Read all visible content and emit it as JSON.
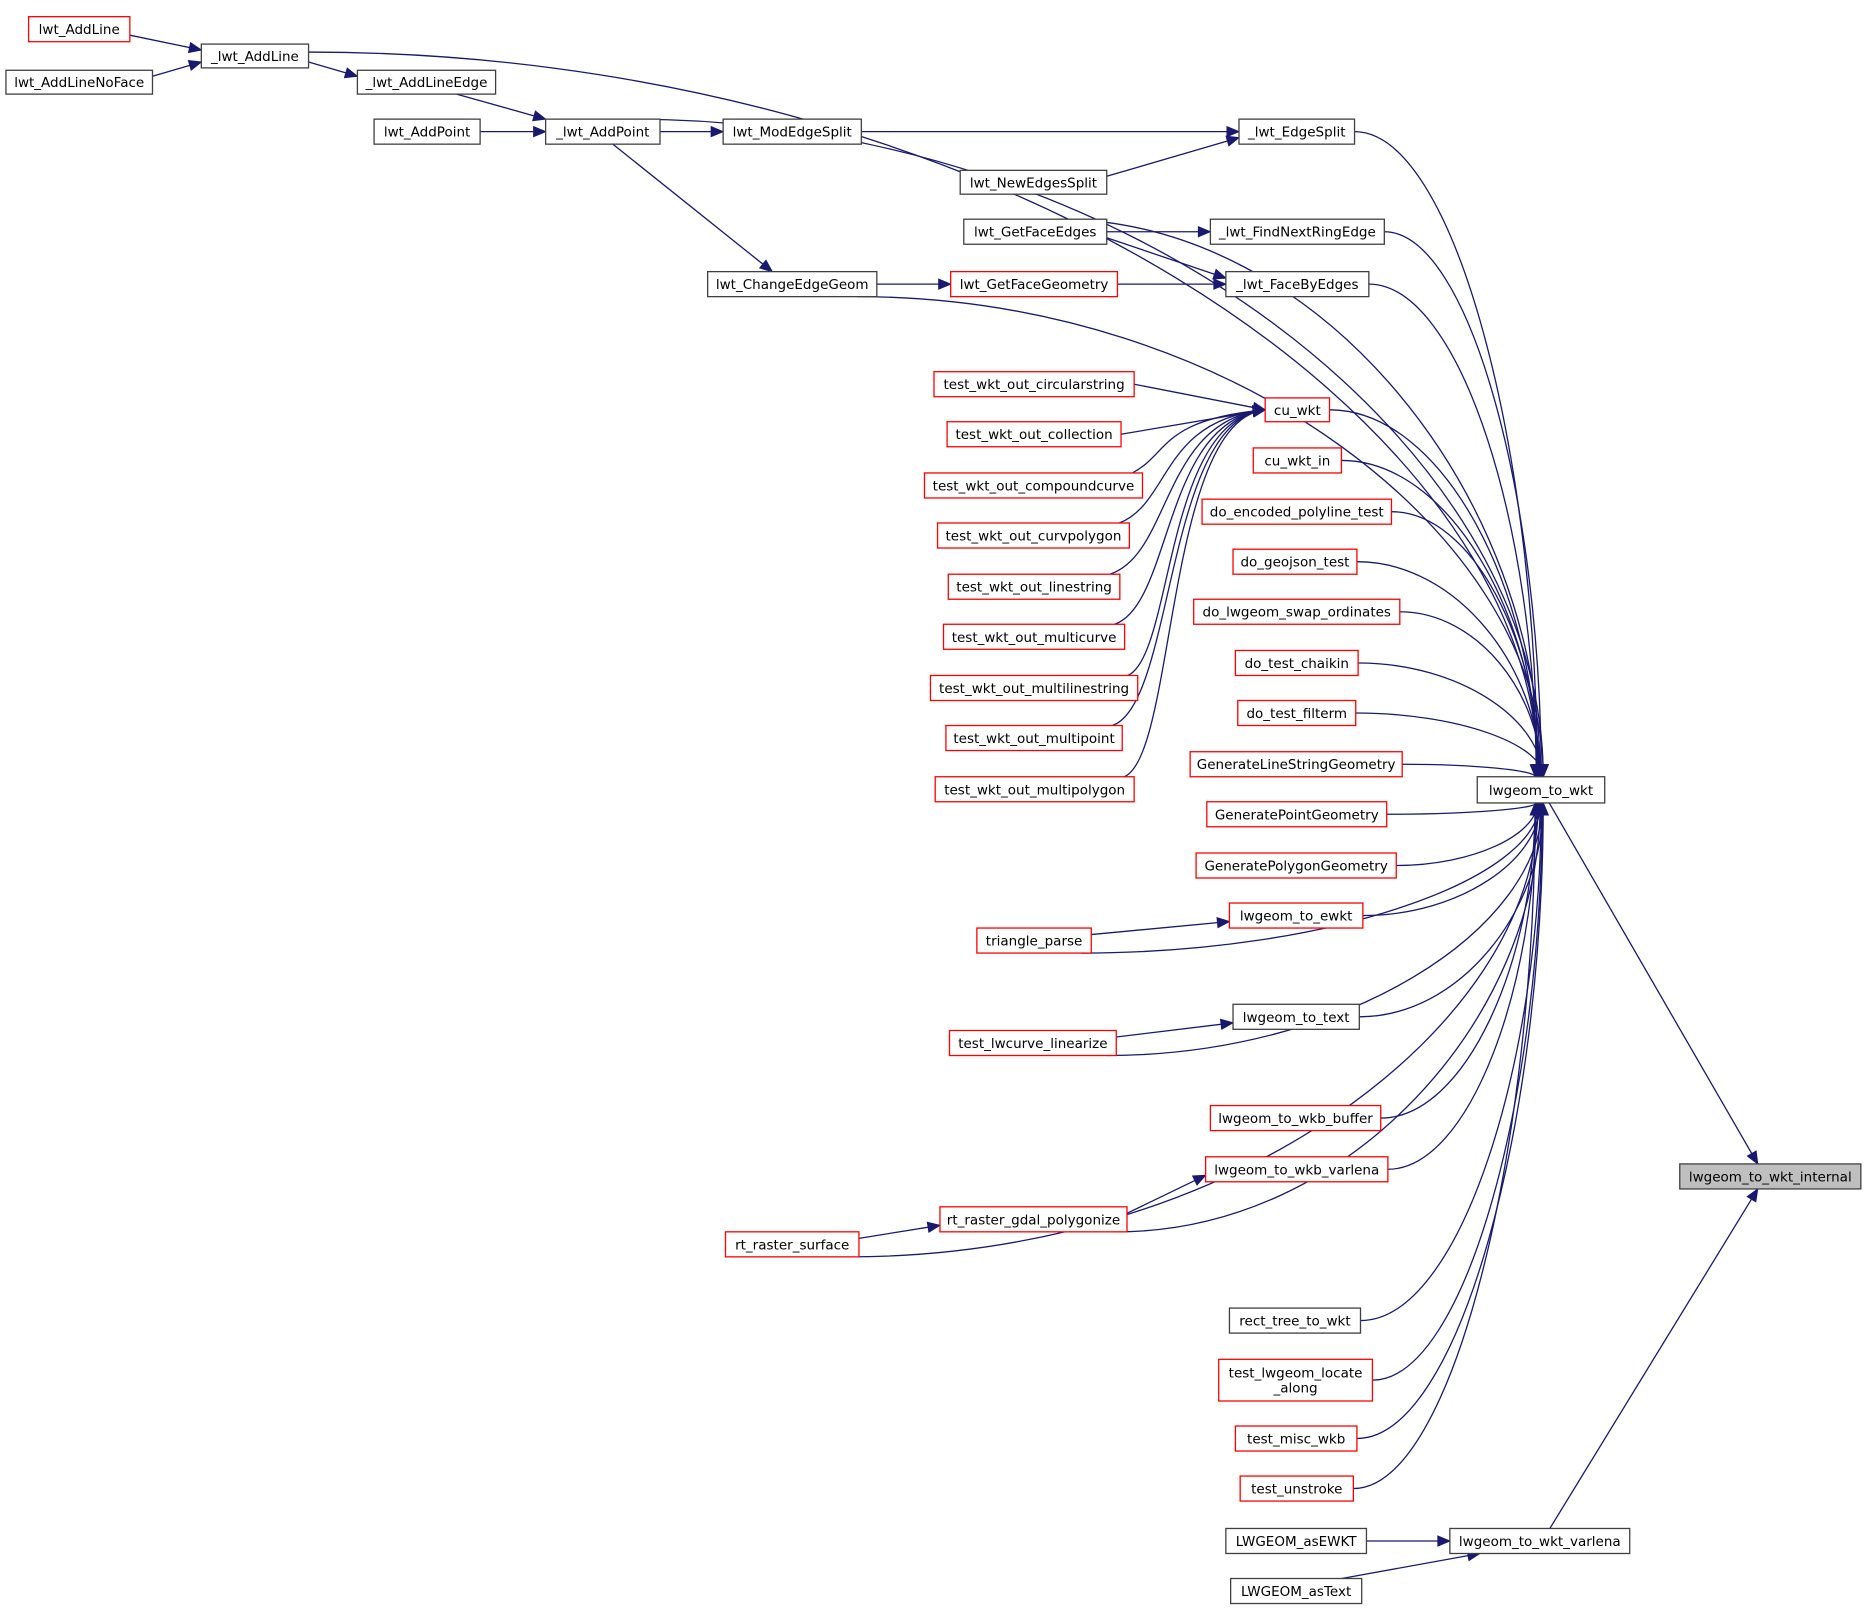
{
  "diagram": {
    "type": "call-graph",
    "direction": "caller-to-callee",
    "colors": {
      "edge": "#191970",
      "node_border_default": "#000000",
      "node_border_truncated": "#ff0000",
      "node_fill_default": "#ffffff",
      "node_fill_focus": "#bfbfbf"
    },
    "focus_node": "lwgeom_to_wkt_internal",
    "nodes": [
      {
        "id": "lwt_AddLine",
        "label": "lwt_AddLine",
        "style": "truncated"
      },
      {
        "id": "_lwt_AddLine",
        "label": "_lwt_AddLine",
        "style": "default"
      },
      {
        "id": "lwt_AddLineNoFace",
        "label": "lwt_AddLineNoFace",
        "style": "default"
      },
      {
        "id": "_lwt_AddLineEdge",
        "label": "_lwt_AddLineEdge",
        "style": "default"
      },
      {
        "id": "lwt_AddPoint",
        "label": "lwt_AddPoint",
        "style": "default"
      },
      {
        "id": "_lwt_AddPoint",
        "label": "_lwt_AddPoint",
        "style": "default"
      },
      {
        "id": "lwt_ModEdgeSplit",
        "label": "lwt_ModEdgeSplit",
        "style": "default"
      },
      {
        "id": "_lwt_EdgeSplit",
        "label": "_lwt_EdgeSplit",
        "style": "default"
      },
      {
        "id": "lwt_NewEdgesSplit",
        "label": "lwt_NewEdgesSplit",
        "style": "default"
      },
      {
        "id": "lwt_GetFaceEdges",
        "label": "lwt_GetFaceEdges",
        "style": "default"
      },
      {
        "id": "_lwt_FindNextRingEdge",
        "label": "_lwt_FindNextRingEdge",
        "style": "default"
      },
      {
        "id": "lwt_ChangeEdgeGeom",
        "label": "lwt_ChangeEdgeGeom",
        "style": "default"
      },
      {
        "id": "lwt_GetFaceGeometry",
        "label": "lwt_GetFaceGeometry",
        "style": "truncated"
      },
      {
        "id": "_lwt_FaceByEdges",
        "label": "_lwt_FaceByEdges",
        "style": "default"
      },
      {
        "id": "test_wkt_out_circularstring",
        "label": "test_wkt_out_circularstring",
        "style": "truncated"
      },
      {
        "id": "cu_wkt",
        "label": "cu_wkt",
        "style": "truncated"
      },
      {
        "id": "test_wkt_out_collection",
        "label": "test_wkt_out_collection",
        "style": "truncated"
      },
      {
        "id": "cu_wkt_in",
        "label": "cu_wkt_in",
        "style": "truncated"
      },
      {
        "id": "test_wkt_out_compoundcurve",
        "label": "test_wkt_out_compoundcurve",
        "style": "truncated"
      },
      {
        "id": "do_encoded_polyline_test",
        "label": "do_encoded_polyline_test",
        "style": "truncated"
      },
      {
        "id": "test_wkt_out_curvpolygon",
        "label": "test_wkt_out_curvpolygon",
        "style": "truncated"
      },
      {
        "id": "do_geojson_test",
        "label": "do_geojson_test",
        "style": "truncated"
      },
      {
        "id": "test_wkt_out_linestring",
        "label": "test_wkt_out_linestring",
        "style": "truncated"
      },
      {
        "id": "do_lwgeom_swap_ordinates",
        "label": "do_lwgeom_swap_ordinates",
        "style": "truncated"
      },
      {
        "id": "test_wkt_out_multicurve",
        "label": "test_wkt_out_multicurve",
        "style": "truncated"
      },
      {
        "id": "do_test_chaikin",
        "label": "do_test_chaikin",
        "style": "truncated"
      },
      {
        "id": "test_wkt_out_multilinestring",
        "label": "test_wkt_out_multilinestring",
        "style": "truncated"
      },
      {
        "id": "do_test_filterm",
        "label": "do_test_filterm",
        "style": "truncated"
      },
      {
        "id": "test_wkt_out_multipoint",
        "label": "test_wkt_out_multipoint",
        "style": "truncated"
      },
      {
        "id": "GenerateLineStringGeometry",
        "label": "GenerateLineStringGeometry",
        "style": "truncated"
      },
      {
        "id": "test_wkt_out_multipolygon",
        "label": "test_wkt_out_multipolygon",
        "style": "truncated"
      },
      {
        "id": "lwgeom_to_wkt",
        "label": "lwgeom_to_wkt",
        "style": "default"
      },
      {
        "id": "GeneratePointGeometry",
        "label": "GeneratePointGeometry",
        "style": "truncated"
      },
      {
        "id": "GeneratePolygonGeometry",
        "label": "GeneratePolygonGeometry",
        "style": "truncated"
      },
      {
        "id": "lwgeom_to_ewkt",
        "label": "lwgeom_to_ewkt",
        "style": "truncated"
      },
      {
        "id": "triangle_parse",
        "label": "triangle_parse",
        "style": "truncated"
      },
      {
        "id": "lwgeom_to_text",
        "label": "lwgeom_to_text",
        "style": "default"
      },
      {
        "id": "test_lwcurve_linearize",
        "label": "test_lwcurve_linearize",
        "style": "truncated"
      },
      {
        "id": "lwgeom_to_wkb_buffer",
        "label": "lwgeom_to_wkb_buffer",
        "style": "truncated"
      },
      {
        "id": "lwgeom_to_wkb_varlena",
        "label": "lwgeom_to_wkb_varlena",
        "style": "truncated"
      },
      {
        "id": "lwgeom_to_wkt_internal",
        "label": "lwgeom_to_wkt_internal",
        "style": "focus"
      },
      {
        "id": "rt_raster_gdal_polygonize",
        "label": "rt_raster_gdal_polygonize",
        "style": "truncated"
      },
      {
        "id": "rt_raster_surface",
        "label": "rt_raster_surface",
        "style": "truncated"
      },
      {
        "id": "rect_tree_to_wkt",
        "label": "rect_tree_to_wkt",
        "style": "default"
      },
      {
        "id": "test_lwgeom_locate_along",
        "label": "test_lwgeom_locate\n_along",
        "style": "truncated"
      },
      {
        "id": "test_misc_wkb",
        "label": "test_misc_wkb",
        "style": "truncated"
      },
      {
        "id": "test_unstroke",
        "label": "test_unstroke",
        "style": "truncated"
      },
      {
        "id": "LWGEOM_asEWKT",
        "label": "LWGEOM_asEWKT",
        "style": "default"
      },
      {
        "id": "lwgeom_to_wkt_varlena",
        "label": "lwgeom_to_wkt_varlena",
        "style": "default"
      },
      {
        "id": "LWGEOM_asText",
        "label": "LWGEOM_asText",
        "style": "default"
      }
    ],
    "edges": [
      [
        "lwt_AddLine",
        "_lwt_AddLine"
      ],
      [
        "lwt_AddLineNoFace",
        "_lwt_AddLine"
      ],
      [
        "_lwt_AddLine",
        "_lwt_AddLineEdge"
      ],
      [
        "_lwt_AddLine",
        "lwgeom_to_wkt"
      ],
      [
        "_lwt_AddLineEdge",
        "_lwt_AddPoint"
      ],
      [
        "lwt_AddPoint",
        "_lwt_AddPoint"
      ],
      [
        "_lwt_AddPoint",
        "lwt_ModEdgeSplit"
      ],
      [
        "_lwt_AddPoint",
        "lwt_ChangeEdgeGeom"
      ],
      [
        "_lwt_AddPoint",
        "lwgeom_to_wkt"
      ],
      [
        "lwt_ModEdgeSplit",
        "_lwt_EdgeSplit"
      ],
      [
        "lwt_NewEdgesSplit",
        "_lwt_EdgeSplit"
      ],
      [
        "_lwt_EdgeSplit",
        "lwgeom_to_wkt"
      ],
      [
        "lwt_GetFaceEdges",
        "_lwt_FindNextRingEdge"
      ],
      [
        "lwt_GetFaceEdges",
        "_lwt_FaceByEdges"
      ],
      [
        "lwt_GetFaceEdges",
        "lwgeom_to_wkt"
      ],
      [
        "_lwt_FindNextRingEdge",
        "lwgeom_to_wkt"
      ],
      [
        "lwt_ChangeEdgeGeom",
        "lwt_GetFaceGeometry"
      ],
      [
        "lwt_ChangeEdgeGeom",
        "lwgeom_to_wkt"
      ],
      [
        "lwt_GetFaceGeometry",
        "_lwt_FaceByEdges"
      ],
      [
        "_lwt_FaceByEdges",
        "lwgeom_to_wkt"
      ],
      [
        "test_wkt_out_circularstring",
        "cu_wkt"
      ],
      [
        "test_wkt_out_collection",
        "cu_wkt"
      ],
      [
        "test_wkt_out_compoundcurve",
        "cu_wkt"
      ],
      [
        "test_wkt_out_curvpolygon",
        "cu_wkt"
      ],
      [
        "test_wkt_out_linestring",
        "cu_wkt"
      ],
      [
        "test_wkt_out_multicurve",
        "cu_wkt"
      ],
      [
        "test_wkt_out_multilinestring",
        "cu_wkt"
      ],
      [
        "test_wkt_out_multipoint",
        "cu_wkt"
      ],
      [
        "test_wkt_out_multipolygon",
        "cu_wkt"
      ],
      [
        "cu_wkt",
        "lwgeom_to_wkt"
      ],
      [
        "cu_wkt_in",
        "lwgeom_to_wkt"
      ],
      [
        "do_encoded_polyline_test",
        "lwgeom_to_wkt"
      ],
      [
        "do_geojson_test",
        "lwgeom_to_wkt"
      ],
      [
        "do_lwgeom_swap_ordinates",
        "lwgeom_to_wkt"
      ],
      [
        "do_test_chaikin",
        "lwgeom_to_wkt"
      ],
      [
        "do_test_filterm",
        "lwgeom_to_wkt"
      ],
      [
        "GenerateLineStringGeometry",
        "lwgeom_to_wkt"
      ],
      [
        "GeneratePointGeometry",
        "lwgeom_to_wkt"
      ],
      [
        "GeneratePolygonGeometry",
        "lwgeom_to_wkt"
      ],
      [
        "triangle_parse",
        "lwgeom_to_ewkt"
      ],
      [
        "triangle_parse",
        "lwgeom_to_wkt"
      ],
      [
        "lwgeom_to_ewkt",
        "lwgeom_to_wkt"
      ],
      [
        "test_lwcurve_linearize",
        "lwgeom_to_text"
      ],
      [
        "test_lwcurve_linearize",
        "lwgeom_to_wkt"
      ],
      [
        "lwgeom_to_text",
        "lwgeom_to_wkt"
      ],
      [
        "lwgeom_to_wkb_buffer",
        "lwgeom_to_wkt"
      ],
      [
        "lwgeom_to_wkb_varlena",
        "lwgeom_to_wkt"
      ],
      [
        "rt_raster_surface",
        "rt_raster_gdal_polygonize"
      ],
      [
        "rt_raster_surface",
        "lwgeom_to_wkt"
      ],
      [
        "rt_raster_gdal_polygonize",
        "lwgeom_to_wkb_varlena"
      ],
      [
        "rt_raster_gdal_polygonize",
        "lwgeom_to_wkt"
      ],
      [
        "rect_tree_to_wkt",
        "lwgeom_to_wkt"
      ],
      [
        "test_lwgeom_locate_along",
        "lwgeom_to_wkt"
      ],
      [
        "test_misc_wkb",
        "lwgeom_to_wkt"
      ],
      [
        "test_unstroke",
        "lwgeom_to_wkt"
      ],
      [
        "lwgeom_to_wkt",
        "lwgeom_to_wkt_internal"
      ],
      [
        "LWGEOM_asEWKT",
        "lwgeom_to_wkt_varlena"
      ],
      [
        "LWGEOM_asText",
        "lwgeom_to_wkt_varlena"
      ],
      [
        "lwgeom_to_wkt_varlena",
        "lwgeom_to_wkt_internal"
      ]
    ]
  }
}
